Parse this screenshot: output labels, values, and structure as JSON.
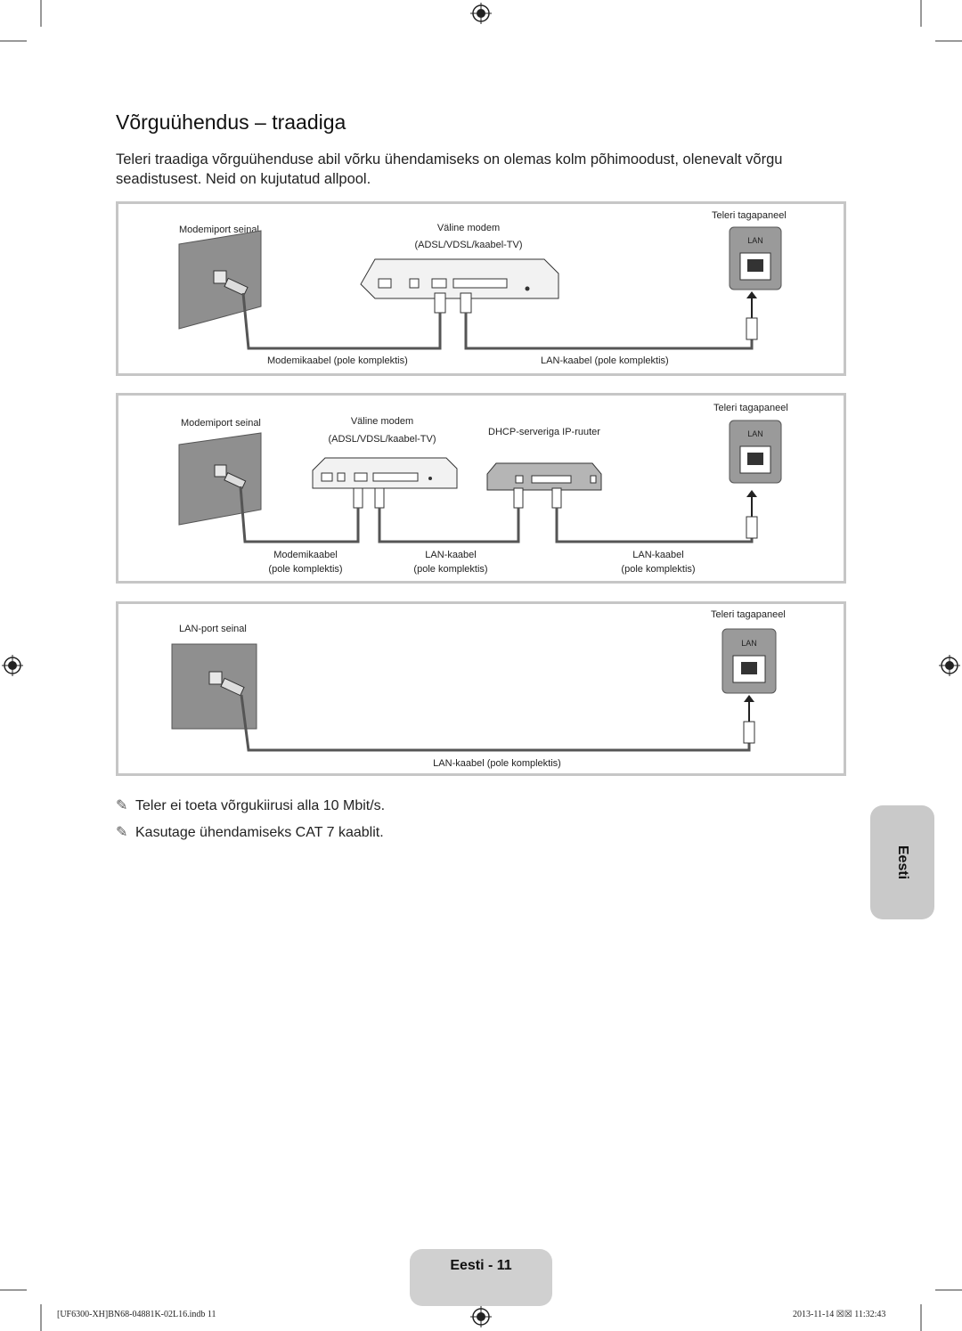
{
  "page": {
    "title": "Võrguühendus – traadiga",
    "intro": "Teleri traadiga võrguühenduse abil võrku ühendamiseks on olemas kolm põhimoodust, olenevalt võrgu seadistusest. Neid on kujutatud allpool."
  },
  "diagram1": {
    "wall_label": "Modemiport seinal",
    "modem_label": "Väline modem",
    "modem_sub": "(ADSL/VDSL/kaabel-TV)",
    "tv_label": "Teleri tagapaneel",
    "lan_text": "LAN",
    "cable1": "Modemikaabel (pole komplektis)",
    "cable2": "LAN-kaabel (pole komplektis)"
  },
  "diagram2": {
    "wall_label": "Modemiport seinal",
    "modem_label": "Väline modem",
    "modem_sub": "(ADSL/VDSL/kaabel-TV)",
    "router_label": "DHCP-serveriga IP-ruuter",
    "tv_label": "Teleri tagapaneel",
    "lan_text": "LAN",
    "cable1_a": "Modemikaabel",
    "cable1_b": "(pole komplektis)",
    "cable2_a": "LAN-kaabel",
    "cable2_b": "(pole komplektis)",
    "cable3_a": "LAN-kaabel",
    "cable3_b": "(pole komplektis)"
  },
  "diagram3": {
    "wall_label": "LAN-port seinal",
    "tv_label": "Teleri tagapaneel",
    "lan_text": "LAN",
    "cable1": "LAN-kaabel (pole komplektis)"
  },
  "notes": [
    "Teler ei toeta võrgukiirusi alla 10 Mbit/s.",
    "Kasutage ühendamiseks CAT 7 kaablit."
  ],
  "note_icon": "pencil-note-icon",
  "side_tab": "Eesti",
  "page_label": "Eesti - 11",
  "footer": {
    "left": "[UF6300-XH]BN68-04881K-02L16.indb   11",
    "right": "2013-11-14   ☒☒ 11:32:43"
  }
}
